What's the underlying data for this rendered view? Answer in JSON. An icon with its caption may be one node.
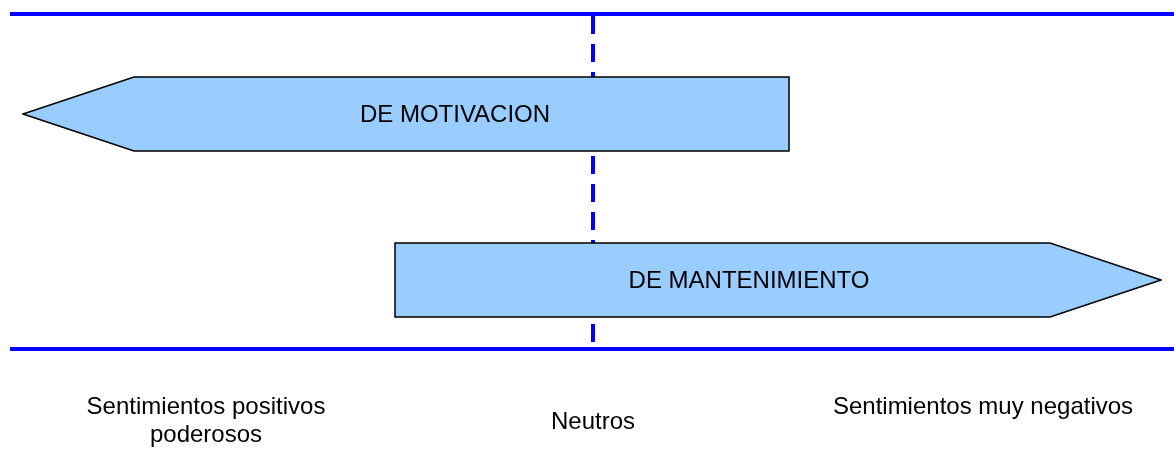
{
  "diagram": {
    "nodes": [
      {
        "text": [
          "DE MOTIVACION"
        ]
      },
      {
        "text": [
          "DE MANTENIMIENTO"
        ]
      }
    ],
    "labels": [
      "Sentimientos positivos poderosos",
      "Neutros",
      "Sentimientos muy negativos"
    ]
  }
}
